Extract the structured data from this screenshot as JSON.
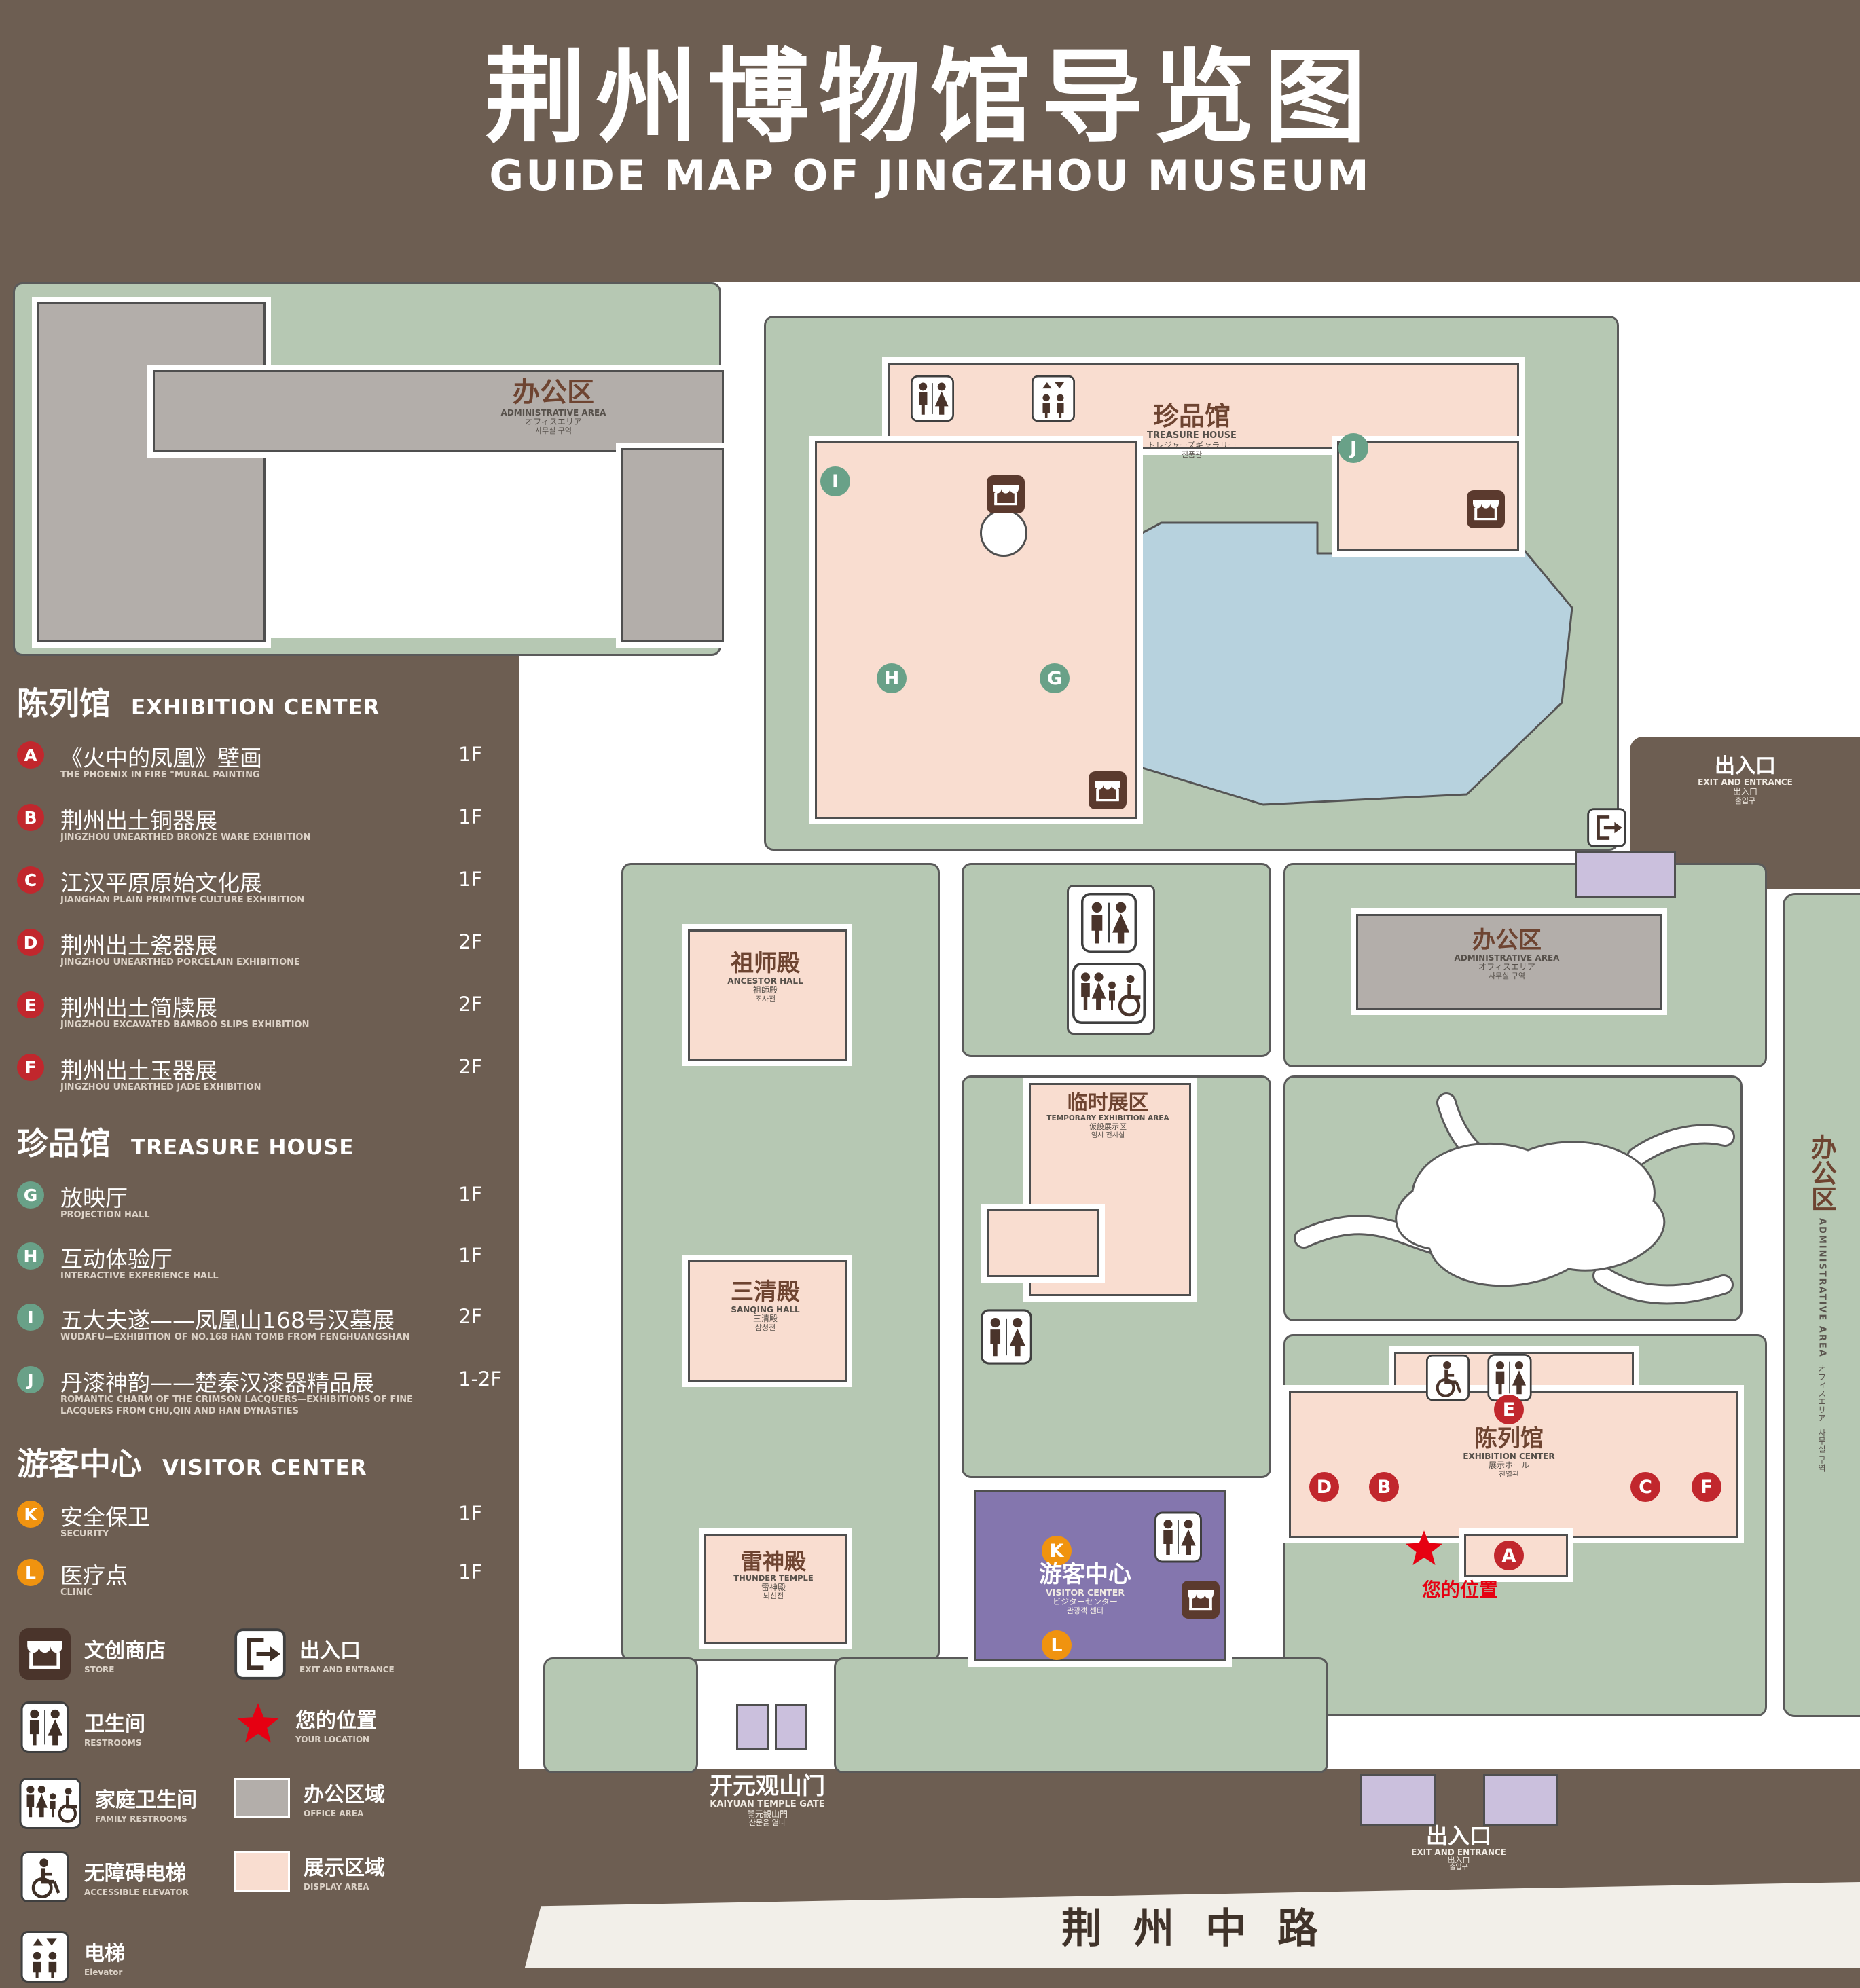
{
  "header": {
    "title_zh": "荆州博物馆导览图",
    "title_en": "GUIDE MAP OF JINGZHOU MUSEUM"
  },
  "legend": {
    "sections": [
      {
        "heading_zh": "陈列馆",
        "heading_en": "EXHIBITION CENTER",
        "items": [
          {
            "letter": "A",
            "zh": "《火中的凤凰》壁画",
            "en": "THE PHOENIX IN FIRE \"MURAL PAINTING",
            "floor": "1F"
          },
          {
            "letter": "B",
            "zh": "荆州出土铜器展",
            "en": "JINGZHOU UNEARTHED BRONZE WARE EXHIBITION",
            "floor": "1F"
          },
          {
            "letter": "C",
            "zh": "江汉平原原始文化展",
            "en": "JIANGHAN PLAIN PRIMITIVE CULTURE EXHIBITION",
            "floor": "1F"
          },
          {
            "letter": "D",
            "zh": "荆州出土瓷器展",
            "en": "JINGZHOU UNEARTHED PORCELAIN EXHIBITIONE",
            "floor": "2F"
          },
          {
            "letter": "E",
            "zh": "荆州出土简牍展",
            "en": "JINGZHOU EXCAVATED BAMBOO SLIPS EXHIBITION",
            "floor": "2F"
          },
          {
            "letter": "F",
            "zh": "荆州出土玉器展",
            "en": "JINGZHOU UNEARTHED JADE EXHIBITION",
            "floor": "2F"
          }
        ]
      },
      {
        "heading_zh": "珍品馆",
        "heading_en": "TREASURE HOUSE",
        "items": [
          {
            "letter": "G",
            "zh": "放映厅",
            "en": "PROJECTION HALL",
            "floor": "1F"
          },
          {
            "letter": "H",
            "zh": "互动体验厅",
            "en": "INTERACTIVE EXPERIENCE HALL",
            "floor": "1F"
          },
          {
            "letter": "I",
            "zh": "五大夫遂——凤凰山168号汉墓展",
            "en": "WUDAFU—EXHIBITION OF NO.168 HAN TOMB FROM FENGHUANGSHAN",
            "floor": "2F"
          },
          {
            "letter": "J",
            "zh": "丹漆神韵——楚秦汉漆器精品展",
            "en": "ROMANTIC CHARM OF THE CRIMSON LACQUERS—EXHIBITIONS OF FINE LACQUERS FROM CHU,QIN AND HAN DYNASTIES",
            "floor": "1-2F"
          }
        ]
      },
      {
        "heading_zh": "游客中心",
        "heading_en": "VISITOR CENTER",
        "items": [
          {
            "letter": "K",
            "zh": "安全保卫",
            "en": "SECURITY",
            "floor": "1F"
          },
          {
            "letter": "L",
            "zh": "医疗点",
            "en": "CLINIC",
            "floor": "1F"
          }
        ]
      }
    ],
    "symbols": {
      "store": {
        "zh": "文创商店",
        "en": "STORE"
      },
      "exit": {
        "zh": "出入口",
        "en": "EXIT AND ENTRANCE"
      },
      "restroom": {
        "zh": "卫生间",
        "en": "RESTROOMS"
      },
      "location": {
        "zh": "您的位置",
        "en": "YOUR LOCATION"
      },
      "family": {
        "zh": "家庭卫生间",
        "en": "FAMILY RESTROOMS"
      },
      "office": {
        "zh": "办公区域",
        "en": "OFFICE AREA"
      },
      "accessible": {
        "zh": "无障碍电梯",
        "en": "ACCESSIBLE ELEVATOR"
      },
      "display": {
        "zh": "展示区域",
        "en": "DISPLAY AREA"
      },
      "elevator": {
        "zh": "电梯",
        "en": "Elevator"
      }
    }
  },
  "map": {
    "admin_nw": {
      "zh": "办公区",
      "en": "ADMINISTRATIVE AREA",
      "ja": "オフィスエリア",
      "ko": "사무실 구역"
    },
    "treasure_house": {
      "zh": "珍品馆",
      "en": "TREASURE HOUSE",
      "ja": "トレジャーズギャラリー",
      "ko": "진품관"
    },
    "exit_east": {
      "zh": "出入口",
      "en": "EXIT AND ENTRANCE",
      "ja": "出入口",
      "ko": "출입구"
    },
    "ancestor_hall": {
      "zh": "祖师殿",
      "en": "ANCESTOR HALL",
      "ja": "祖師殿",
      "ko": "조사전"
    },
    "admin_east": {
      "zh": "办公区",
      "en": "ADMINISTRATIVE AREA",
      "ja": "オフィスエリア",
      "ko": "사무실 구역"
    },
    "temporary_area": {
      "zh": "临时展区",
      "en": "TEMPORARY EXHIBITION AREA",
      "ja": "仮設展示区",
      "ko": "임시 전시실"
    },
    "sanqing_hall": {
      "zh": "三清殿",
      "en": "SANQING HALL",
      "ja": "三清殿",
      "ko": "삼청전"
    },
    "exhibition_center": {
      "zh": "陈列馆",
      "en": "EXHIBITION CENTER",
      "ja": "展示ホール",
      "ko": "진열관"
    },
    "your_location": {
      "zh": "您的位置"
    },
    "thunder_temple": {
      "zh": "雷神殿",
      "en": "THUNDER TEMPLE",
      "ja": "雷神殿",
      "ko": "뇌신전"
    },
    "visitor_center": {
      "zh": "游客中心",
      "en": "VISITOR CENTER",
      "ja": "ビジターセンター",
      "ko": "관광객 센터"
    },
    "gate": {
      "zh": "开元观山门",
      "en": "KAIYUAN TEMPLE GATE",
      "ja": "開元観山門",
      "ko": "산문을 열다"
    },
    "exit_south": {
      "zh": "出入口",
      "en": "EXIT AND ENTRANCE",
      "ja": "出入口",
      "ko": "출입구"
    },
    "admin_strip": {
      "zh": "办公区",
      "en": "ADMINISTRATIVE AREA",
      "ja": "オフィスエリア",
      "ko": "사무실 구역"
    },
    "road": {
      "zh": "荆州中路"
    }
  },
  "icon_names": [
    "store-icon",
    "exit-icon",
    "restroom-icon",
    "location-star-icon",
    "family-restroom-icon",
    "accessible-elevator-icon",
    "elevator-icon"
  ],
  "colors": {
    "background": "#6d5e52",
    "area_green": "#b6c8b3",
    "display_pink": "#f9ddd0",
    "office_gray": "#b3aeaa",
    "water_blue": "#b7d2de",
    "visitor_purple": "#8476ae",
    "entrance_lavender": "#cbc0dd",
    "marker_red": "#c1272d",
    "marker_green": "#69a188",
    "marker_orange": "#f0930f",
    "location_red": "#e60012"
  }
}
